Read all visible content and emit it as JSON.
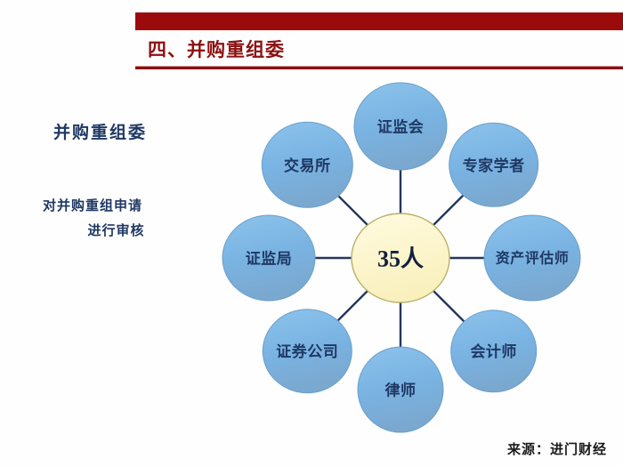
{
  "header": {
    "title": "四、并购重组委",
    "bar_color": "#9c0b0b",
    "title_color": "#8c1010",
    "rule_color": "#8c1010"
  },
  "left_panel": {
    "heading": "并购重组委",
    "body_line1": "对并购重组申请",
    "body_line2": "进行审核",
    "text_color": "#1f3864"
  },
  "diagram": {
    "type": "hub-and-spoke",
    "center": {
      "label": "35人",
      "fill": "#fdf5c9",
      "stroke": "#b9b06a",
      "text_color": "#13203f"
    },
    "node_fill": "#78b4e4",
    "node_stroke": "#6a9fcb",
    "connector_color": "#24385c",
    "nodes": [
      {
        "label": "证监会",
        "angle_deg": 90,
        "position": "top"
      },
      {
        "label": "专家学者",
        "angle_deg": 45,
        "position": "top-right"
      },
      {
        "label": "资产评估师",
        "angle_deg": 0,
        "position": "right"
      },
      {
        "label": "会计师",
        "angle_deg": 315,
        "position": "bottom-right"
      },
      {
        "label": "律师",
        "angle_deg": 270,
        "position": "bottom"
      },
      {
        "label": "证券公司",
        "angle_deg": 225,
        "position": "bottom-left"
      },
      {
        "label": "证监局",
        "angle_deg": 180,
        "position": "left"
      },
      {
        "label": "交易所",
        "angle_deg": 135,
        "position": "top-left"
      }
    ]
  },
  "footer": {
    "source": "来源：进门财经"
  }
}
